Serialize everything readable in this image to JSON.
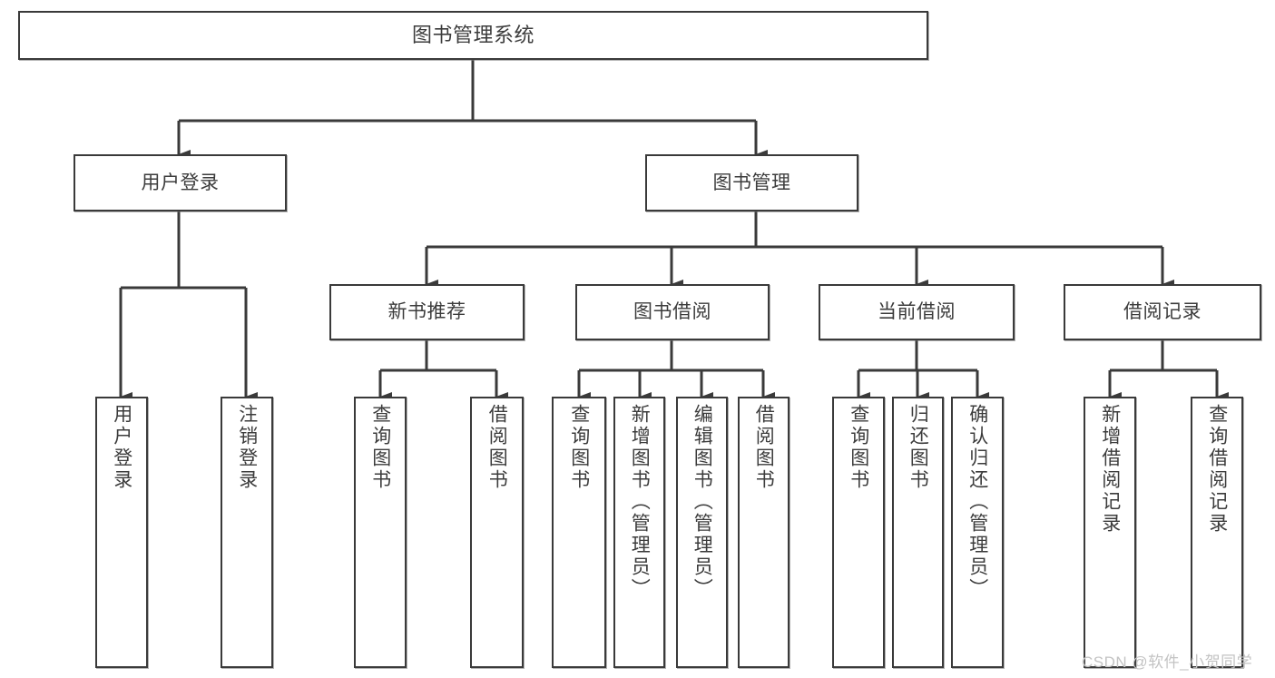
{
  "diagram": {
    "title": "图书管理系统",
    "type": "tree-hierarchy-chart",
    "line_color": "#3a3a3a",
    "box_fill": "#ffffff",
    "text_color": "#3c3c3c"
  },
  "nodes": {
    "root": {
      "label": "图书管理系统"
    },
    "level2": [
      {
        "label": "用户登录"
      },
      {
        "label": "图书管理"
      }
    ],
    "level3": [
      {
        "label": "新书推荐"
      },
      {
        "label": "图书借阅"
      },
      {
        "label": "当前借阅"
      },
      {
        "label": "借阅记录"
      }
    ],
    "leaves_user_login": [
      {
        "label": "用户登录"
      },
      {
        "label": "注销登录"
      }
    ],
    "leaves_new_book": [
      {
        "label": "查询图书"
      },
      {
        "label": "借阅图书"
      }
    ],
    "leaves_borrow": [
      {
        "label": "查询图书"
      },
      {
        "label": "新增图书（管理员）"
      },
      {
        "label": "编辑图书（管理员）"
      },
      {
        "label": "借阅图书"
      }
    ],
    "leaves_current": [
      {
        "label": "查询图书"
      },
      {
        "label": "归还图书"
      },
      {
        "label": "确认归还（管理员）"
      }
    ],
    "leaves_record": [
      {
        "label": "新增借阅记录"
      },
      {
        "label": "查询借阅记录"
      }
    ]
  },
  "watermark": {
    "text": "CSDN @软件_小贺同学"
  }
}
